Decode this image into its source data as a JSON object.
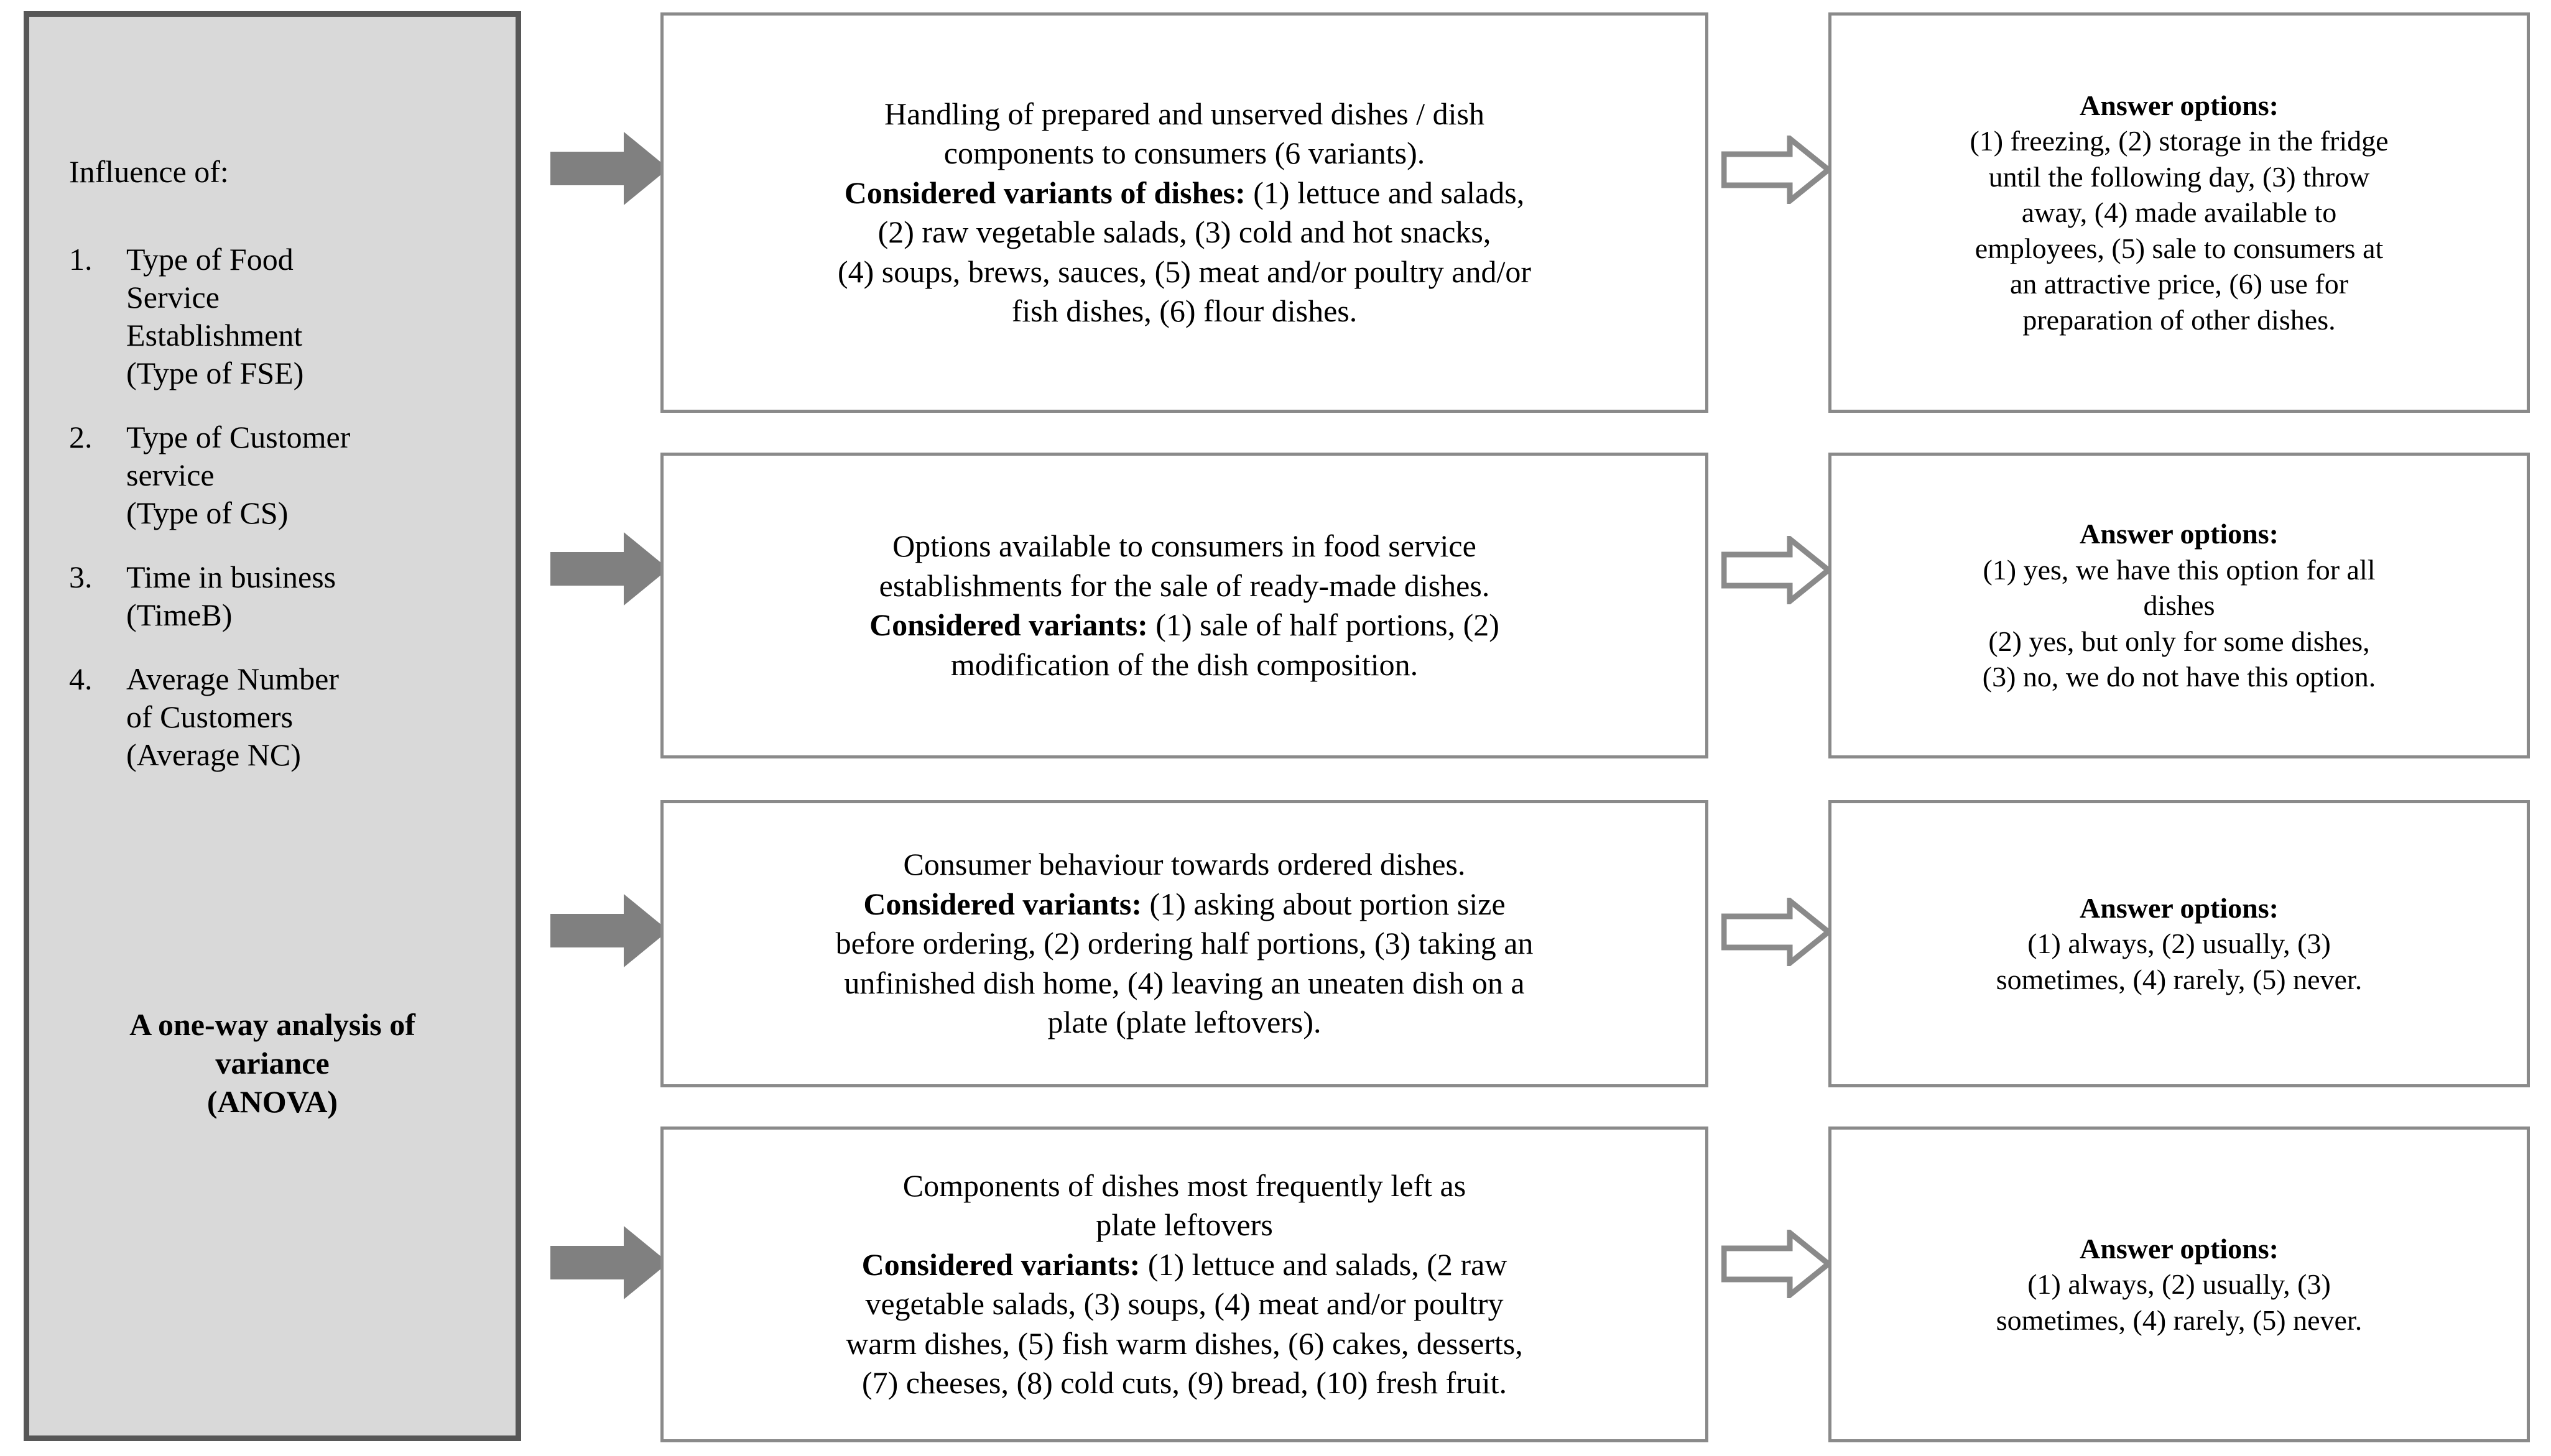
{
  "colors": {
    "sidebar_fill": "#d9d9d9",
    "sidebar_border": "#575757",
    "box_border": "#8a8a8a",
    "arrow_solid": "#808080",
    "arrow_hollow_stroke": "#8a8a8a",
    "text": "#000000",
    "background": "#ffffff"
  },
  "sidebar": {
    "heading": "Influence of:",
    "items": [
      {
        "number": "1.",
        "lines": [
          "Type of Food",
          "Service",
          "Establishment",
          "(Type of FSE)"
        ]
      },
      {
        "number": "2.",
        "lines": [
          "Type of Customer",
          "service",
          "(Type of CS)"
        ]
      },
      {
        "number": "3.",
        "lines": [
          "Time in business",
          "(TimeB)"
        ]
      },
      {
        "number": "4.",
        "lines": [
          "Average Number",
          "of Customers",
          "(Average NC)"
        ]
      }
    ],
    "footer_lines": [
      "A one-way analysis of",
      "variance",
      "(ANOVA)"
    ]
  },
  "arrows": {
    "solid_icon": "arrow-right-solid-icon",
    "hollow_icon": "arrow-right-outline-icon"
  },
  "rows": [
    {
      "topic_lines": [
        {
          "bold": "",
          "text": "Handling of prepared and unserved dishes / dish"
        },
        {
          "bold": "",
          "text": "components to consumers  (6 variants)."
        },
        {
          "bold": "Considered variants of dishes:",
          "text": " (1) lettuce and salads,"
        },
        {
          "bold": "",
          "text": "(2) raw vegetable salads, (3) cold and hot snacks,"
        },
        {
          "bold": "",
          "text": "(4) soups, brews, sauces, (5) meat and/or poultry and/or"
        },
        {
          "bold": "",
          "text": "fish dishes, (6) flour dishes."
        }
      ],
      "answer_header": "Answer options:",
      "answer_lines": [
        "(1) freezing, (2) storage in the fridge",
        "until the following day, (3) throw",
        "away, (4) made available to",
        "employees, (5) sale to consumers at",
        "an attractive price,  (6) use for",
        "preparation of other dishes."
      ]
    },
    {
      "topic_lines": [
        {
          "bold": "",
          "text": "Options available to consumers in food service"
        },
        {
          "bold": "",
          "text": "establishments for the sale of ready-made dishes."
        },
        {
          "bold": "Considered variants:",
          "text": " (1) sale of half portions, (2)"
        },
        {
          "bold": "",
          "text": "modification of the dish composition."
        }
      ],
      "answer_header": "Answer options:",
      "answer_lines": [
        "(1) yes, we have this option for all",
        "dishes",
        "(2) yes, but only for some dishes,",
        "(3) no, we do not have this option."
      ]
    },
    {
      "topic_lines": [
        {
          "bold": "",
          "text": "Consumer behaviour towards ordered dishes."
        },
        {
          "bold": "Considered variants:",
          "text": " (1) asking about portion size"
        },
        {
          "bold": "",
          "text": "before ordering, (2) ordering half portions, (3) taking an"
        },
        {
          "bold": "",
          "text": "unfinished dish home,  (4) leaving an uneaten dish on a"
        },
        {
          "bold": "",
          "text": "plate (plate leftovers)."
        }
      ],
      "answer_header": "Answer options:",
      "answer_lines": [
        "(1) always, (2) usually, (3)",
        "sometimes, (4) rarely, (5) never."
      ]
    },
    {
      "topic_lines": [
        {
          "bold": "",
          "text": "Components  of dishes most frequently left as"
        },
        {
          "bold": "",
          "text": "plate leftovers"
        },
        {
          "bold": "Considered variants:",
          "text": " (1) lettuce and salads, (2 raw"
        },
        {
          "bold": "",
          "text": "vegetable salads, (3) soups, (4) meat and/or poultry"
        },
        {
          "bold": "",
          "text": "warm dishes, (5) fish warm dishes, (6) cakes, desserts,"
        },
        {
          "bold": "",
          "text": "(7) cheeses, (8) cold cuts, (9) bread, (10) fresh fruit."
        }
      ],
      "answer_header": "Answer options:",
      "answer_lines": [
        "(1) always, (2) usually, (3)",
        "sometimes, (4) rarely, (5) never."
      ]
    }
  ]
}
